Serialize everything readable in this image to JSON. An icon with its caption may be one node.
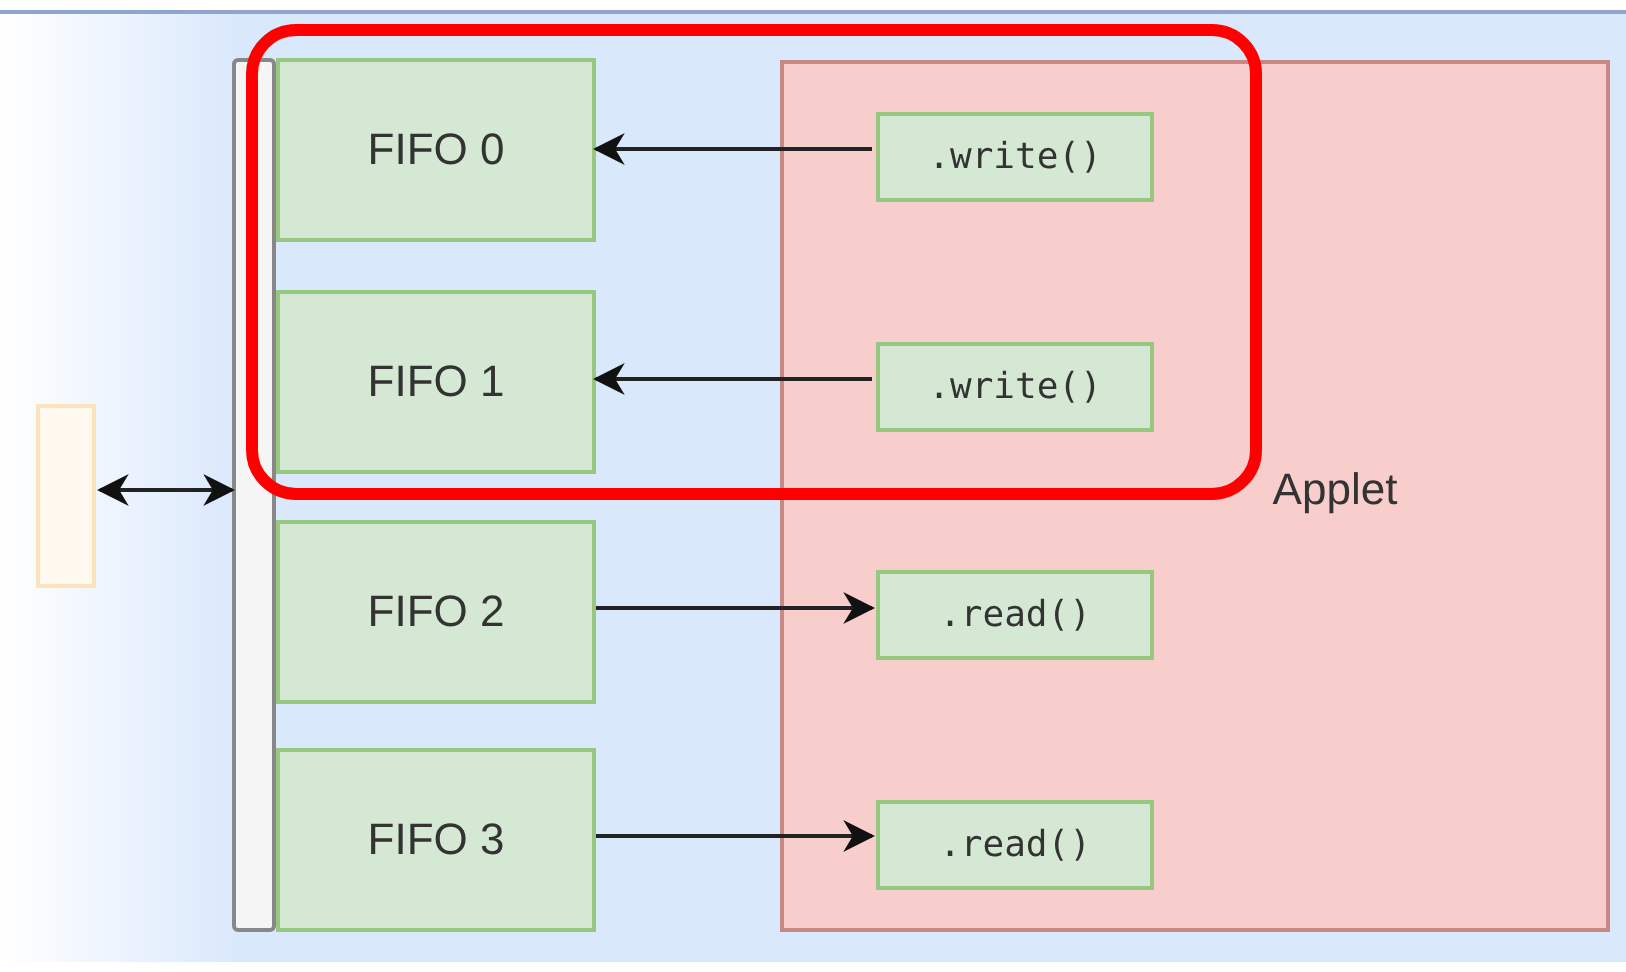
{
  "diagram": {
    "nodes": [
      {
        "text": [],
        "shape": "box"
      },
      {
        "text": [],
        "shape": "box",
        "in": 0
      },
      {
        "text": [],
        "shape": "bar",
        "in": 0
      },
      {
        "text": [
          "FIFO 0"
        ],
        "in": 0
      },
      {
        "text": [
          "FIFO 1"
        ],
        "in": 0
      },
      {
        "text": [
          "FIFO 2"
        ],
        "in": 0
      },
      {
        "text": [
          "FIFO 3"
        ],
        "in": 0
      },
      {
        "text": [
          "Applet"
        ],
        "in": 0
      },
      {
        "text": [
          ".write()"
        ],
        "in": 7
      },
      {
        "text": [
          ".write()"
        ],
        "in": 7
      },
      {
        "text": [
          ".read()"
        ],
        "in": 7
      },
      {
        "text": [
          ".read()"
        ],
        "in": 7
      }
    ],
    "edges": [
      {
        "from": 1,
        "to": 2,
        "arrow": "both"
      },
      {
        "from": 8,
        "to": 3,
        "arrow": "to"
      },
      {
        "from": 9,
        "to": 4,
        "arrow": "to"
      },
      {
        "from": 5,
        "to": 10,
        "arrow": "to"
      },
      {
        "from": 6,
        "to": 11,
        "arrow": "to"
      }
    ]
  }
}
